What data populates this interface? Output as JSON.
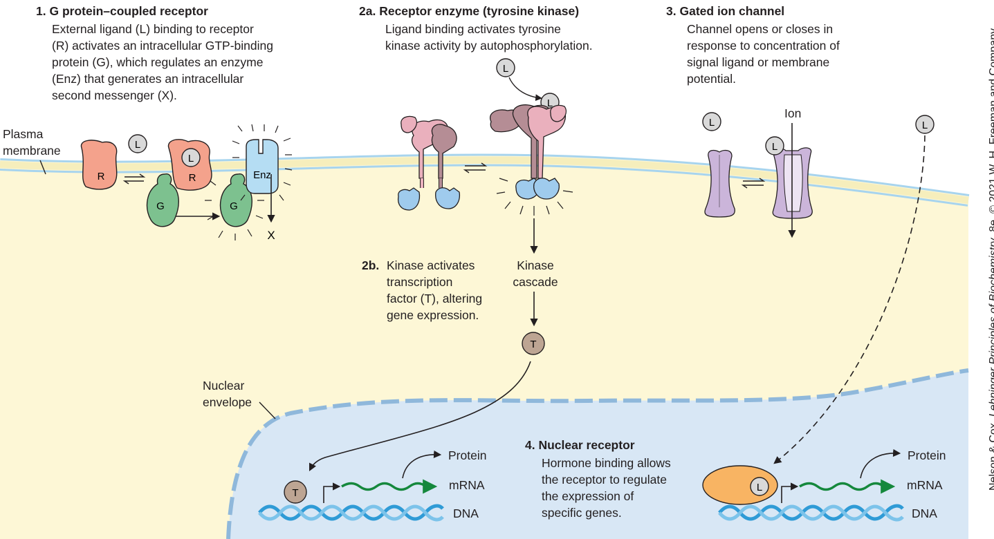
{
  "panel1": {
    "number": "1.",
    "title": "G protein–coupled receptor",
    "description": "External ligand (L) binding to receptor\n(R) activates an intracellular GTP-binding\nprotein (G), which regulates an enzyme\n(Enz) that generates an intracellular\nsecond messenger (X)."
  },
  "panel2a": {
    "number": "2a.",
    "title": "Receptor enzyme (tyrosine kinase)",
    "description": "Ligand binding activates tyrosine\nkinase activity by autophosphorylation."
  },
  "panel2b": {
    "number": "2b.",
    "description": "Kinase activates\ntranscription\nfactor (T), altering\ngene expression."
  },
  "panel3": {
    "number": "3.",
    "title": "Gated ion channel",
    "description": "Channel opens or closes in\nresponse to concentration of\nsignal ligand or membrane\npotential."
  },
  "panel4": {
    "number": "4.",
    "title": "Nuclear receptor",
    "description": "Hormone binding allows\nthe receptor to regulate\nthe expression of\nspecific genes."
  },
  "labels": {
    "plasma_membrane": "Plasma\nmembrane",
    "nuclear_envelope": "Nuclear\nenvelope",
    "kinase_cascade": "Kinase\ncascade",
    "ion": "Ion",
    "protein": "Protein",
    "mrna": "mRNA",
    "dna": "DNA",
    "ligand": "L",
    "receptor": "R",
    "g_protein": "G",
    "enzyme": "Enz",
    "second_messenger": "X",
    "transcription_factor": "T"
  },
  "credit": {
    "prefix": "Nelson & Cox, ",
    "book": "Lehninger Principles of Biochemistry",
    "suffix": ", 8e, © 2021 W. H. Freeman and Company"
  },
  "colors": {
    "cytoplasm": "#fdf7d6",
    "nucleus": "#d8e7f5",
    "membrane_line": "#a7d4ee",
    "receptor_pink": "#f4a28c",
    "g_protein_green": "#7dc18f",
    "enzyme_blue": "#b5ddf3",
    "kinase_pink": "#eab0bd",
    "kinase_mauve": "#b58d95",
    "channel_purple": "#cbb5da",
    "ligand_gray": "#d9d9d9",
    "tf_brown": "#bda593",
    "nuclear_receptor_orange": "#f8b463",
    "mrna_green": "#15883c",
    "dna_blue": "#2f9bd6"
  }
}
